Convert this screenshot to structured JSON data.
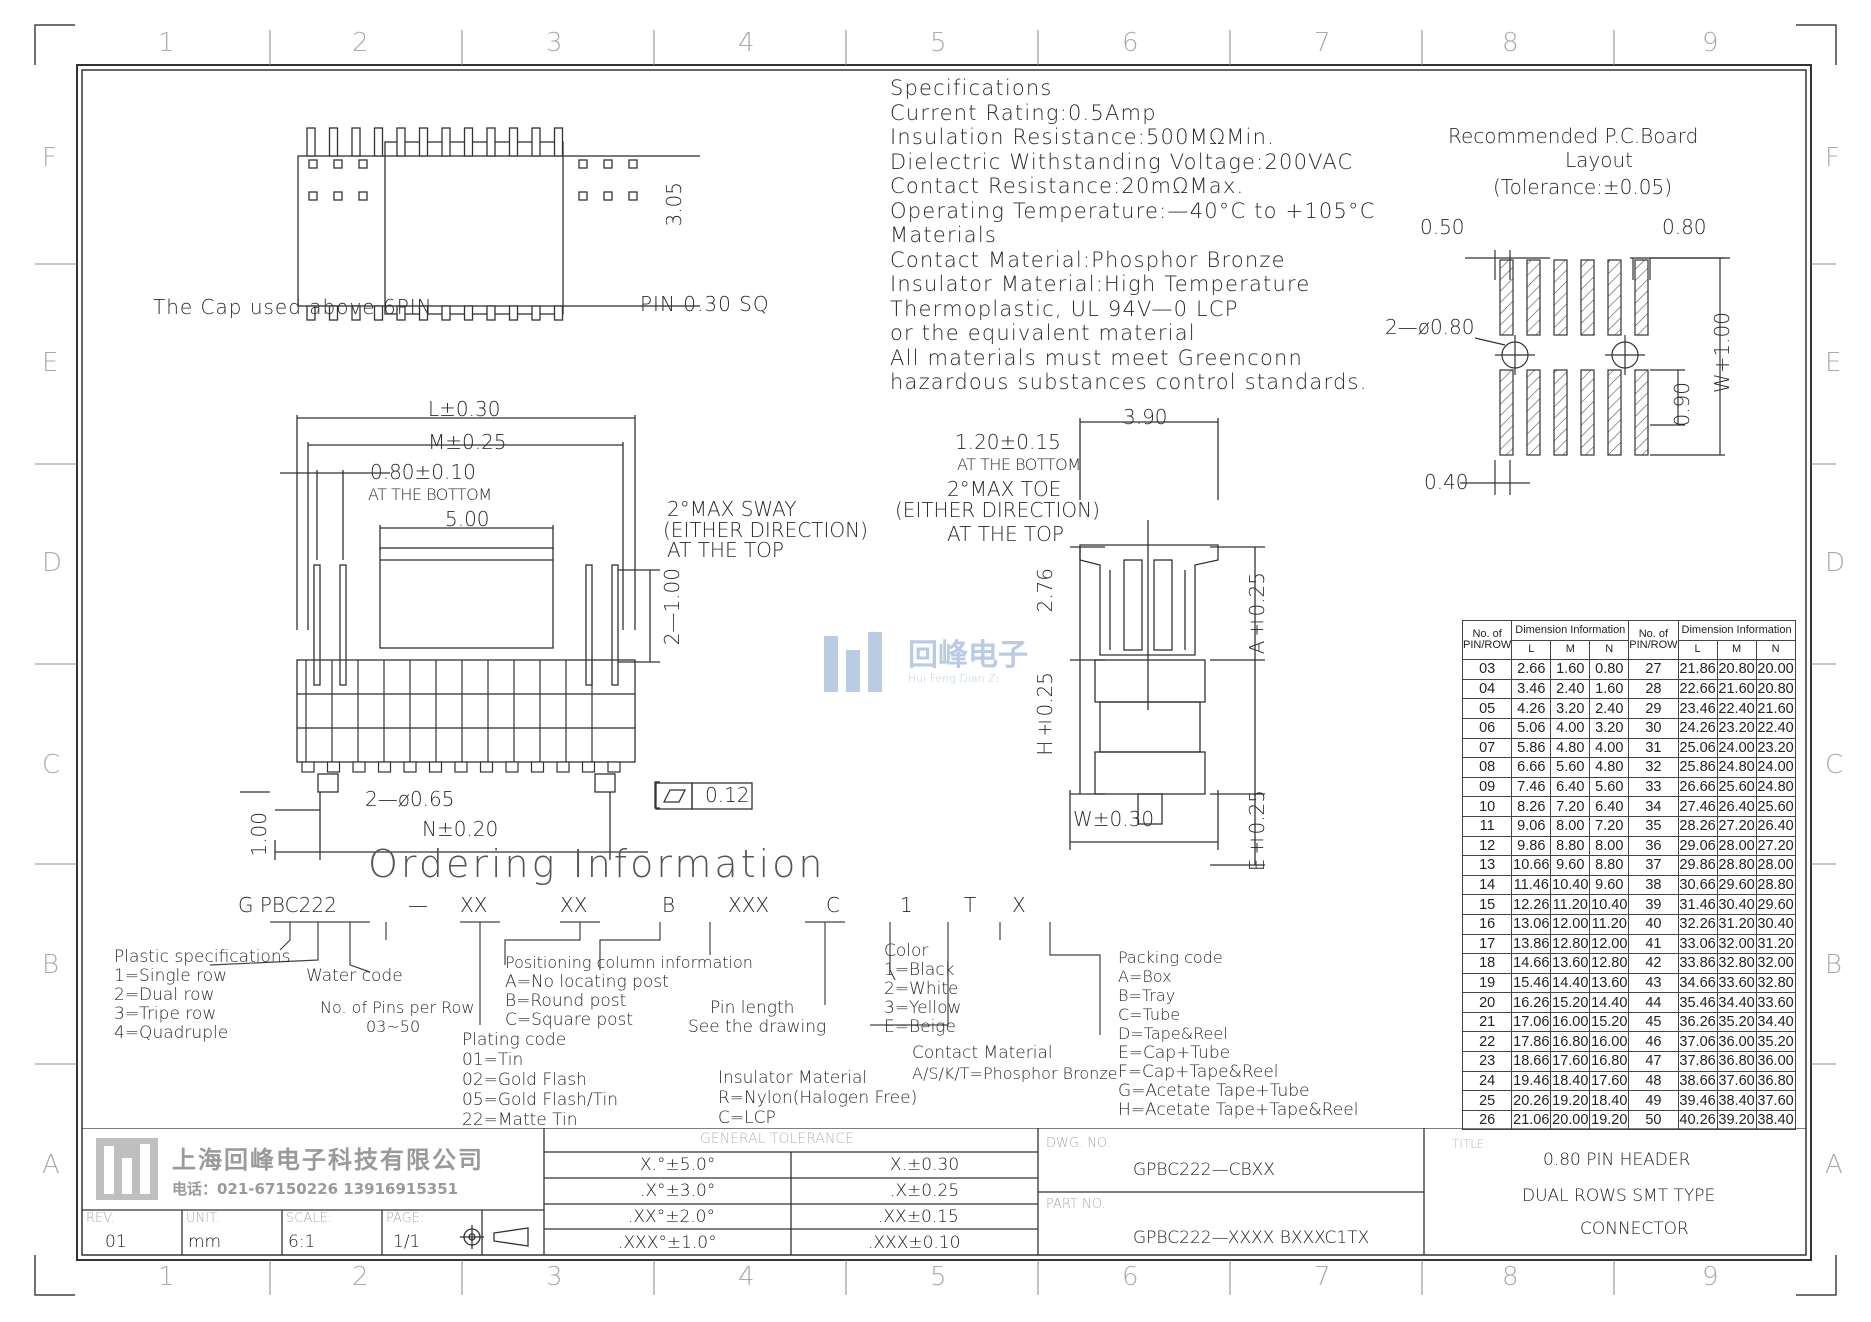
{
  "border": {
    "columns": [
      "1",
      "2",
      "3",
      "4",
      "5",
      "6",
      "7",
      "8",
      "9"
    ],
    "rows": [
      "F",
      "E",
      "D",
      "C",
      "B",
      "A"
    ]
  },
  "specifications": [
    "Specifications",
    "Current Rating:0.5Amp",
    "Insulation Resistance:500MΩMin.",
    "Dielectric Withstanding Voltage:200VAC",
    "Contact Resistance:20mΩMax.",
    "Operating Temperature:—40°C to +105°C",
    "Materials",
    "Contact Material:Phosphor Bronze",
    "Insulator Material:High Temperature",
    "Thermoplastic, UL 94V—0 LCP",
    "or the equivalent material",
    "All materials must meet Greenconn",
    "hazardous substances control standards."
  ],
  "top_view": {
    "cap_note": "The Cap used above 6PIN",
    "pin_note": "PIN 0.30 SQ",
    "dim_height": "3.05"
  },
  "front_view": {
    "dim_L": "L±0.30",
    "dim_M": "M±0.25",
    "dim_pitch": "0.80±0.10",
    "pitch_note": "AT THE BOTTOM",
    "dim_cap": "5.00",
    "sway_1": "2°MAX SWAY",
    "sway_2": "(EITHER DIRECTION)",
    "sway_3": "AT THE TOP",
    "dim_tip": "2—1.00",
    "dim_post": "2—ø0.65",
    "dim_N": "N±0.20",
    "dim_post_len": "1.00",
    "flatness": "0.12"
  },
  "side_view": {
    "dim_width": "3.90",
    "dim_bottom": "1.20±0.15",
    "bottom_note": "AT THE BOTTOM",
    "toe_1": "2°MAX TOE",
    "toe_2": "(EITHER DIRECTION)",
    "toe_3": "AT THE TOP",
    "dim_276": "2.76",
    "dim_A": "A±0.25",
    "dim_H": "H±0.25",
    "dim_W": "W±0.30",
    "dim_E": "E±0.25"
  },
  "pcb_layout": {
    "title_1": "Recommended P.C.Board",
    "title_2": "Layout",
    "title_3": "(Tolerance:±0.05)",
    "dim_050": "0.50",
    "dim_080": "0.80",
    "dim_hole": "2—ø0.80",
    "dim_W": "W+1.00",
    "dim_090": "0.90",
    "dim_040": "0.40"
  },
  "watermark": {
    "cn": "回峰电子",
    "en": "Hui Feng Dian Zi"
  },
  "ordering": {
    "title": "Ordering Information",
    "code_parts": [
      "G PBC222",
      "—",
      "XX",
      "XX",
      "B",
      "XXX",
      "C",
      "1",
      "T",
      "X"
    ],
    "plastic": [
      "Plastic specifications",
      "1=Single row",
      "2=Dual row",
      "3=Tripe row",
      "4=Quadruple"
    ],
    "water": "Water code",
    "pins": [
      "No. of Pins per Row",
      "03~50"
    ],
    "plating": [
      "Plating code",
      "01=Tin",
      "02=Gold Flash",
      "05=Gold Flash/Tin",
      "22=Matte Tin"
    ],
    "positioning": [
      "Positioning column information",
      "A=No locating post",
      "B=Round post",
      "C=Square post"
    ],
    "pin_length": [
      "Pin length",
      "See the drawing"
    ],
    "insulator": [
      "Insulator Material",
      "R=Nylon(Halogen Free)",
      "C=LCP"
    ],
    "color": [
      "Color",
      "1=Black",
      "2=White",
      "3=Yellow",
      "E=Beige"
    ],
    "contact": [
      "Contact Material",
      "A/S/K/T=Phosphor Bronze"
    ],
    "packing": [
      "Packing code",
      "A=Box",
      "B=Tray",
      "C=Tube",
      "D=Tape&Reel",
      "E=Cap+Tube",
      "F=Cap+Tape&Reel",
      "G=Acetate Tape+Tube",
      "H=Acetate Tape+Tape&Reel"
    ]
  },
  "dimension_table": {
    "h_pins": "No. of PIN/ROW",
    "h_dim": "Dimension Information",
    "h_L": "L",
    "h_M": "M",
    "h_N": "N",
    "left": [
      [
        "03",
        "2.66",
        "1.60",
        "0.80"
      ],
      [
        "04",
        "3.46",
        "2.40",
        "1.60"
      ],
      [
        "05",
        "4.26",
        "3.20",
        "2.40"
      ],
      [
        "06",
        "5.06",
        "4.00",
        "3.20"
      ],
      [
        "07",
        "5.86",
        "4.80",
        "4.00"
      ],
      [
        "08",
        "6.66",
        "5.60",
        "4.80"
      ],
      [
        "09",
        "7.46",
        "6.40",
        "5.60"
      ],
      [
        "10",
        "8.26",
        "7.20",
        "6.40"
      ],
      [
        "11",
        "9.06",
        "8.00",
        "7.20"
      ],
      [
        "12",
        "9.86",
        "8.80",
        "8.00"
      ],
      [
        "13",
        "10.66",
        "9.60",
        "8.80"
      ],
      [
        "14",
        "11.46",
        "10.40",
        "9.60"
      ],
      [
        "15",
        "12.26",
        "11.20",
        "10.40"
      ],
      [
        "16",
        "13.06",
        "12.00",
        "11.20"
      ],
      [
        "17",
        "13.86",
        "12.80",
        "12.00"
      ],
      [
        "18",
        "14.66",
        "13.60",
        "12.80"
      ],
      [
        "19",
        "15.46",
        "14.40",
        "13.60"
      ],
      [
        "20",
        "16.26",
        "15.20",
        "14.40"
      ],
      [
        "21",
        "17.06",
        "16.00",
        "15.20"
      ],
      [
        "22",
        "17.86",
        "16.80",
        "16.00"
      ],
      [
        "23",
        "18.66",
        "17.60",
        "16.80"
      ],
      [
        "24",
        "19.46",
        "18.40",
        "17.60"
      ],
      [
        "25",
        "20.26",
        "19.20",
        "18.40"
      ],
      [
        "26",
        "21.06",
        "20.00",
        "19.20"
      ]
    ],
    "right": [
      [
        "27",
        "21.86",
        "20.80",
        "20.00"
      ],
      [
        "28",
        "22.66",
        "21.60",
        "20.80"
      ],
      [
        "29",
        "23.46",
        "22.40",
        "21.60"
      ],
      [
        "30",
        "24.26",
        "23.20",
        "22.40"
      ],
      [
        "31",
        "25.06",
        "24.00",
        "23.20"
      ],
      [
        "32",
        "25.86",
        "24.80",
        "24.00"
      ],
      [
        "33",
        "26.66",
        "25.60",
        "24.80"
      ],
      [
        "34",
        "27.46",
        "26.40",
        "25.60"
      ],
      [
        "35",
        "28.26",
        "27.20",
        "26.40"
      ],
      [
        "36",
        "29.06",
        "28.00",
        "27.20"
      ],
      [
        "37",
        "29.86",
        "28.80",
        "28.00"
      ],
      [
        "38",
        "30.66",
        "29.60",
        "28.80"
      ],
      [
        "39",
        "31.46",
        "30.40",
        "29.60"
      ],
      [
        "40",
        "32.26",
        "31.20",
        "30.40"
      ],
      [
        "41",
        "33.06",
        "32.00",
        "31.20"
      ],
      [
        "42",
        "33.86",
        "32.80",
        "32.00"
      ],
      [
        "43",
        "34.66",
        "33.60",
        "32.80"
      ],
      [
        "44",
        "35.46",
        "34.40",
        "33.60"
      ],
      [
        "45",
        "36.26",
        "35.20",
        "34.40"
      ],
      [
        "46",
        "37.06",
        "36.00",
        "35.20"
      ],
      [
        "47",
        "37.86",
        "36.80",
        "36.00"
      ],
      [
        "48",
        "38.66",
        "37.60",
        "36.80"
      ],
      [
        "49",
        "39.46",
        "38.40",
        "37.60"
      ],
      [
        "50",
        "40.26",
        "39.20",
        "38.40"
      ]
    ]
  },
  "title_block": {
    "company": "上海回峰电子科技有限公司",
    "phone": "电话：021-67150226  13916915351",
    "h_rev": "REV.",
    "rev": "01",
    "h_unit": "UNIT.",
    "unit": "mm",
    "h_scale": "SCALE:",
    "scale": "6:1",
    "h_page": "PAGE:",
    "page": "1/1",
    "h_tol": "GENERAL TOLERANCE",
    "tol": [
      [
        "X.°±5.0°",
        "X.±0.30"
      ],
      [
        ".X°±3.0°",
        ".X±0.25"
      ],
      [
        ".XX°±2.0°",
        ".XX±0.15"
      ],
      [
        ".XXX°±1.0°",
        ".XXX±0.10"
      ]
    ],
    "h_dwg": "DWG. NO.",
    "dwg": "GPBC222—CBXX",
    "h_part": "PART NO.",
    "part": "GPBC222—XXXX BXXXC1TX",
    "h_title": "TITLE:",
    "title": [
      "0.80 PIN HEADER",
      "DUAL ROWS SMT TYPE",
      "CONNECTOR"
    ]
  }
}
